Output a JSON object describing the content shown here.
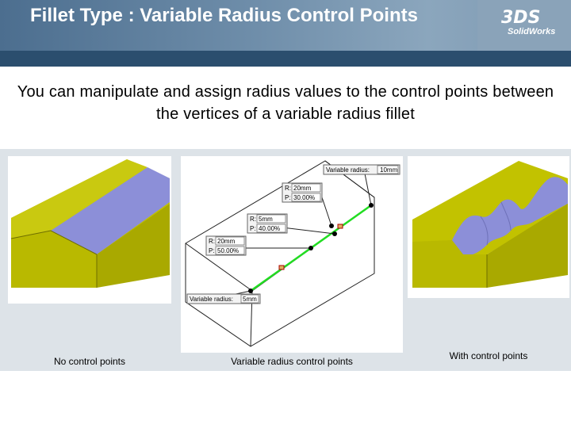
{
  "slide": {
    "title": "Fillet Type : Variable Radius Control Points",
    "logo_text": "SolidWorks",
    "logo_mark": "3DS",
    "intro": "You can manipulate and assign radius values to the control points between the vertices of a variable radius fillet"
  },
  "images": [
    {
      "caption": "No control points"
    },
    {
      "caption": "Variable radius control points",
      "labels": {
        "var_top_label": "Variable radius:",
        "var_top_value": "10mm",
        "cp1_r_label": "R:",
        "cp1_r_value": "20mm",
        "cp1_p_label": "P:",
        "cp1_p_value": "30.00%",
        "cp2_r_label": "R:",
        "cp2_r_value": "5mm",
        "cp2_p_label": "P:",
        "cp2_p_value": "40.00%",
        "cp3_r_label": "R:",
        "cp3_r_value": "20mm",
        "cp3_p_label": "P:",
        "cp3_p_value": "50.00%",
        "var_bot_label": "Variable radius:",
        "var_bot_value": "5mm"
      }
    },
    {
      "caption": "With control points"
    }
  ],
  "colors": {
    "header": "#5c7d9c",
    "band": "#2b4e6e",
    "panel": "#dde3e8",
    "fillet": "#8c8fd8",
    "solid_face": "#c2c200",
    "highlight": "#22dd22"
  }
}
